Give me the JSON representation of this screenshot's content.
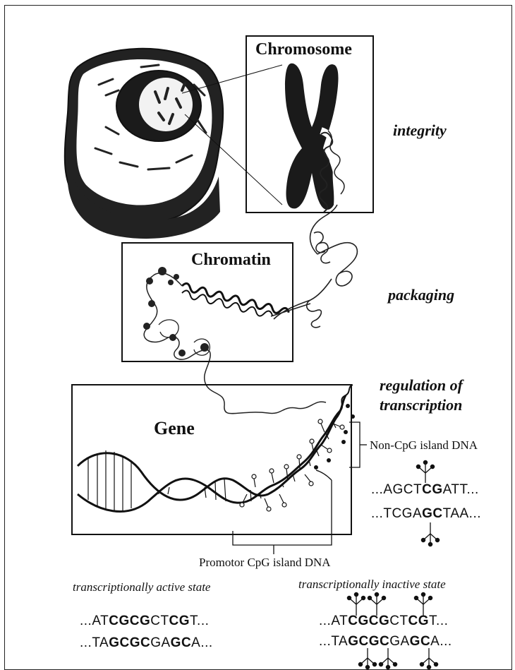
{
  "labels": {
    "chromosome": "Chromosome",
    "chromatin": "Chromatin",
    "gene": "Gene"
  },
  "functions": {
    "integrity": "integrity",
    "packaging": "packaging",
    "regulation_line1": "regulation of",
    "regulation_line2": "transcription"
  },
  "annotations": {
    "non_cpg": "Non-CpG island DNA",
    "promotor_cpg": "Promotor CpG island DNA"
  },
  "states": {
    "active": "transcriptionally active state",
    "inactive": "transcriptionally inactive state"
  },
  "sequences": {
    "noncpg_top": {
      "before": "...AGCT",
      "bold": "CG",
      "after": "ATT..."
    },
    "noncpg_bottom": {
      "before": "...TCGA",
      "bold": "GC",
      "after": "TAA..."
    },
    "active_top": {
      "p1": "...AT",
      "b1": "CGCG",
      "p2": "CT",
      "b2": "CG",
      "p3": "T..."
    },
    "active_bottom": {
      "p1": "...TA",
      "b1": "GCGC",
      "p2": "GA",
      "b2": "GC",
      "p3": "A..."
    },
    "inactive_top": {
      "p1": "...AT",
      "b1": "CGCG",
      "p2": "CT",
      "b2": "CG",
      "p3": "T..."
    },
    "inactive_bottom": {
      "p1": "...TA",
      "b1": "GCGC",
      "p2": "GA",
      "b2": "GC",
      "p3": "A..."
    }
  }
}
